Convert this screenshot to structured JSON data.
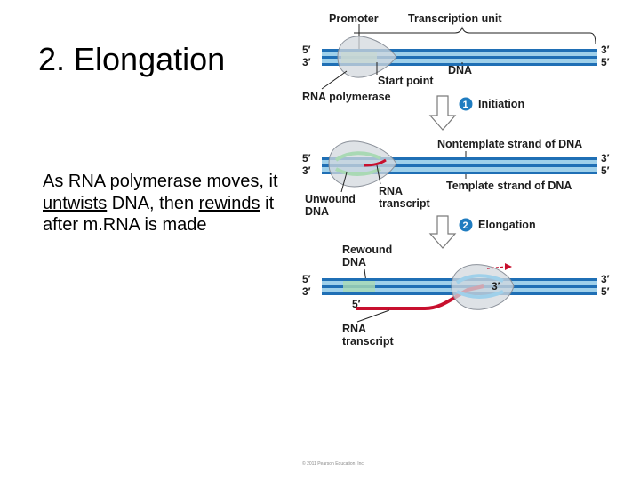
{
  "slide": {
    "title": "2. Elongation",
    "body_parts": [
      "As RNA polymerase moves, it ",
      "untwists",
      " DNA, then ",
      "rewinds",
      " it after m.RNA is made"
    ]
  },
  "figure": {
    "labels": {
      "promoter": "Promoter",
      "transcription_unit": "Transcription unit",
      "dna": "DNA",
      "start_point": "Start point",
      "rna_polymerase": "RNA polymerase",
      "nontemplate_strand": "Nontemplate strand of DNA",
      "template_strand": "Template strand of DNA",
      "unwound_dna_1": "Unwound",
      "unwound_dna_2": "DNA",
      "rna_transcript_1": "RNA",
      "rna_transcript_2": "transcript",
      "rewound_dna_1": "Rewound",
      "rewound_dna_2": "DNA",
      "rna_transcript_b_1": "RNA",
      "rna_transcript_b_2": "transcript"
    },
    "steps": [
      {
        "number": "1",
        "label": "Initiation"
      },
      {
        "number": "2",
        "label": "Elongation"
      }
    ],
    "strand_ends": {
      "five_prime": "5′",
      "three_prime": "3′"
    },
    "copyright": "© 2011 Pearson Education, Inc.",
    "colors": {
      "dna_blue": "#1f6fb5",
      "dna_light": "#9fd0ea",
      "polymerase_gray": "#c9ced4",
      "rna_red": "#c8102e",
      "step_badge": "#1f7cc0"
    }
  }
}
